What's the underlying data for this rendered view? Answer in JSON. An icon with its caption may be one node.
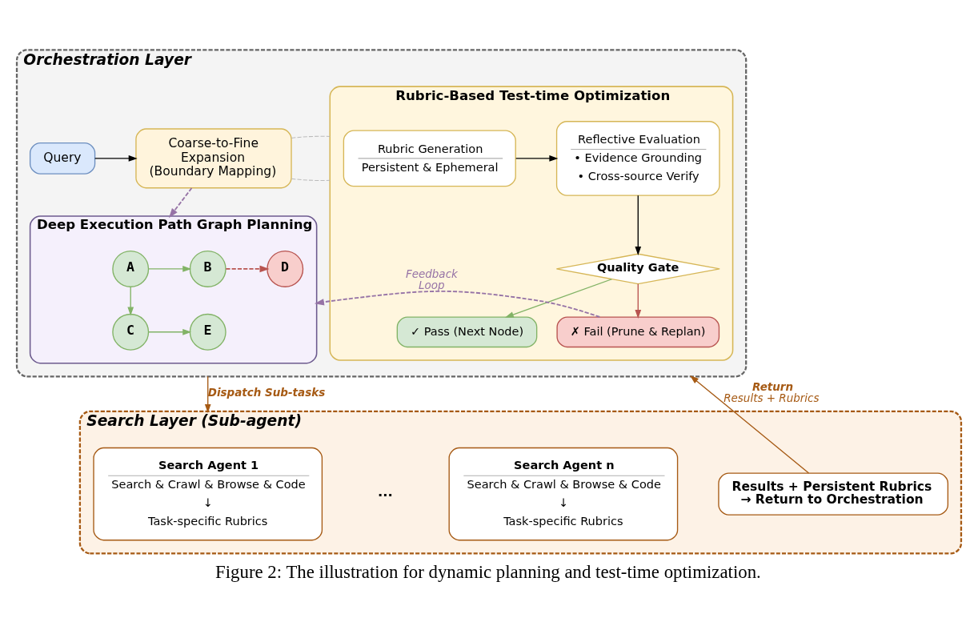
{
  "diagram": {
    "caption": "Figure 2: The illustration for dynamic planning and test-time optimization.",
    "nodes": [
      {
        "text": [
          "Orchestration Layer"
        ]
      },
      {
        "text": [
          "Query"
        ],
        "in": 0
      },
      {
        "text": [
          "Coarse-to-Fine Expansion (Boundary Mapping)"
        ],
        "in": 0
      },
      {
        "text": [
          "Rubric-Based Test-time Optimization"
        ],
        "in": 0
      },
      {
        "text": [
          "Rubric Generation",
          "Persistent & Ephemeral"
        ],
        "in": 3
      },
      {
        "text": [
          "Reflective Evaluation",
          "• Evidence Grounding",
          "• Cross-source Verify"
        ],
        "in": 3
      },
      {
        "text": [
          "✓ Pass (Next Node)"
        ],
        "in": 3
      },
      {
        "text": [
          "Quality Gate"
        ],
        "in": 3
      },
      {
        "text": [
          "✗ Fail (Prune & Replan)"
        ],
        "in": 3
      },
      {
        "text": [
          "Deep Execution Path Graph Planning"
        ],
        "in": 0
      },
      {
        "text": [
          "A"
        ],
        "in": 9
      },
      {
        "text": [
          "B"
        ],
        "in": 9
      },
      {
        "text": [
          "D"
        ],
        "in": 9
      },
      {
        "text": [
          "C"
        ],
        "in": 9
      },
      {
        "text": [
          "E"
        ],
        "in": 9
      },
      {
        "text": [
          "Search Layer (Sub-agent)"
        ]
      },
      {
        "text": [
          "Search Agent 1",
          "Search & Crawl & Browse & Code",
          "↓",
          "Task-specific Rubrics"
        ],
        "in": 15
      },
      {
        "text": [
          "Search Agent n",
          "Search & Crawl & Browse & Code",
          "↓",
          "Task-specific Rubrics"
        ],
        "in": 15
      },
      {
        "text": [
          "Results + Persistent Rubrics → Return to Orchestration"
        ],
        "in": 15
      }
    ],
    "edges": [
      {
        "from": 1,
        "to": 2,
        "arrow": "to",
        "color": "#000000"
      },
      {
        "from": 2,
        "to": 9,
        "arrow": "to",
        "style": "dashed",
        "color": "#9673a6"
      },
      {
        "from": 2,
        "to": 3,
        "arrow": "none",
        "style": "dashed",
        "color": "#bbbbbb"
      },
      {
        "from": 2,
        "to": 3,
        "arrow": "none",
        "style": "dashed",
        "color": "#bbbbbb"
      },
      {
        "from": 4,
        "to": 5,
        "arrow": "to",
        "color": "#000000"
      },
      {
        "from": 5,
        "to": 7,
        "arrow": "to",
        "color": "#000000"
      },
      {
        "from": 7,
        "to": 6,
        "arrow": "to",
        "color": "#82b366"
      },
      {
        "from": 7,
        "to": 8,
        "arrow": "to",
        "color": "#b85450"
      },
      {
        "from": 8,
        "to": 9,
        "arrow": "to",
        "label": "Feedback Loop",
        "style": "dashed",
        "color": "#9673a6"
      },
      {
        "from": 10,
        "to": 11,
        "arrow": "to",
        "color": "#82b366"
      },
      {
        "from": 10,
        "to": 13,
        "arrow": "to",
        "color": "#82b366"
      },
      {
        "from": 11,
        "to": 12,
        "arrow": "to",
        "style": "dashed",
        "color": "#b85450"
      },
      {
        "from": 13,
        "to": 14,
        "arrow": "to",
        "color": "#82b366"
      },
      {
        "from": 0,
        "to": 15,
        "arrow": "to",
        "label": "Dispatch Sub-tasks",
        "color": "#a65a14"
      },
      {
        "from": 18,
        "to": 0,
        "arrow": "to",
        "label": "Return Results + Rubrics",
        "color": "#a65a14"
      }
    ],
    "labels": [
      "..."
    ]
  }
}
